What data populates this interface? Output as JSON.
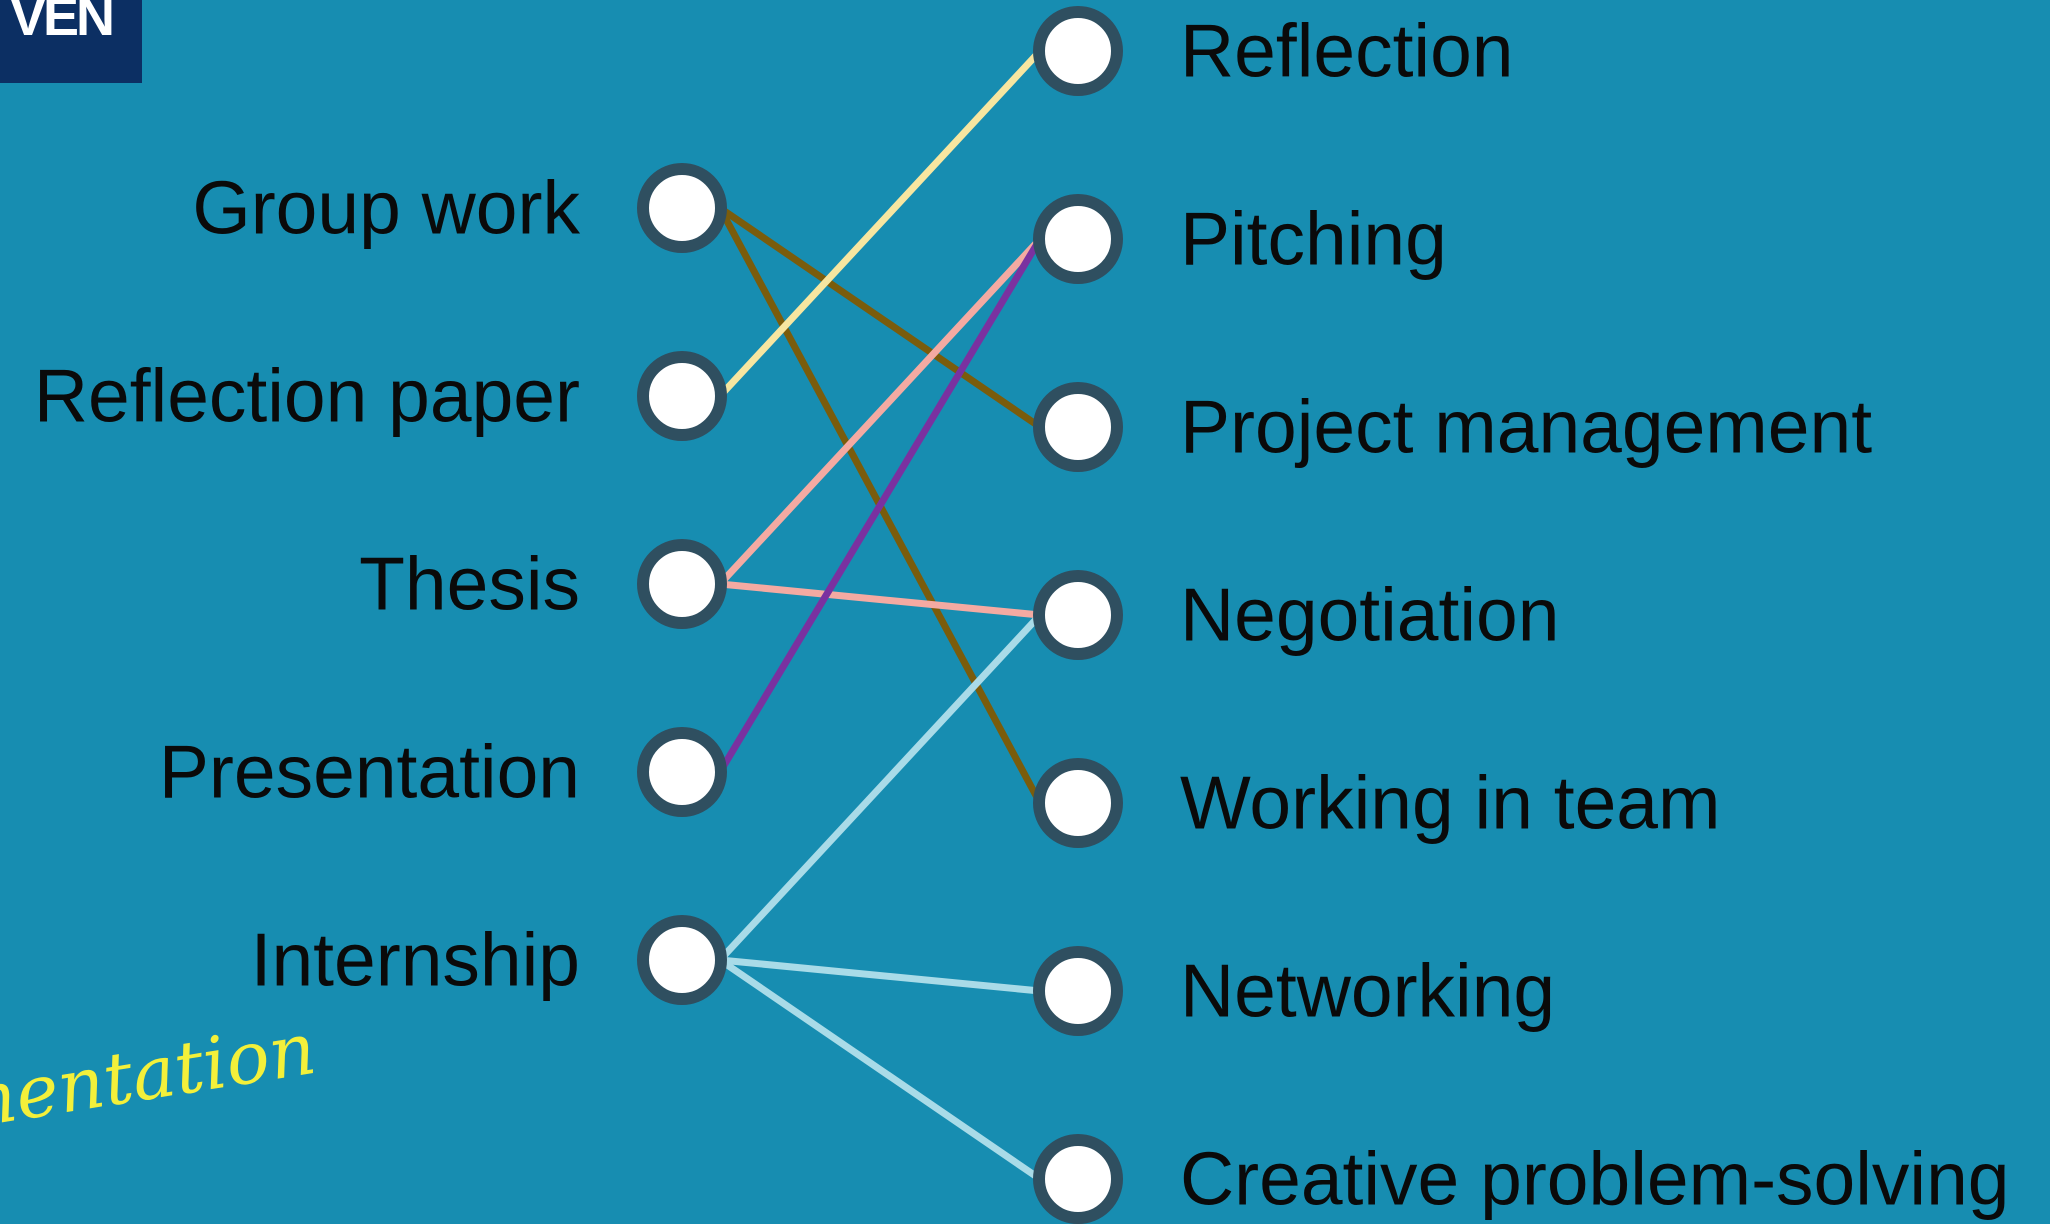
{
  "logo": {
    "text": "VEN"
  },
  "annotation": {
    "text": "nentation"
  },
  "left_items": [
    {
      "id": "group-work",
      "label": "Group work"
    },
    {
      "id": "reflection-paper",
      "label": "Reflection paper"
    },
    {
      "id": "thesis",
      "label": "Thesis"
    },
    {
      "id": "presentation",
      "label": "Presentation"
    },
    {
      "id": "internship",
      "label": "Internship"
    }
  ],
  "right_items": [
    {
      "id": "reflection",
      "label": "Reflection"
    },
    {
      "id": "pitching",
      "label": "Pitching"
    },
    {
      "id": "project-management",
      "label": "Project management"
    },
    {
      "id": "negotiation",
      "label": "Negotiation"
    },
    {
      "id": "working-in-team",
      "label": "Working in team"
    },
    {
      "id": "networking",
      "label": "Networking"
    },
    {
      "id": "creative-problem-solving",
      "label": "Creative problem-solving"
    }
  ],
  "connections": [
    {
      "from": "group-work",
      "to": "project-management",
      "color": "#7a5c0c"
    },
    {
      "from": "group-work",
      "to": "working-in-team",
      "color": "#7a5c0c"
    },
    {
      "from": "reflection-paper",
      "to": "reflection",
      "color": "#f7e6a0"
    },
    {
      "from": "thesis",
      "to": "pitching",
      "color": "#f4aaa2"
    },
    {
      "from": "thesis",
      "to": "negotiation",
      "color": "#f4aaa2"
    },
    {
      "from": "presentation",
      "to": "pitching",
      "color": "#7a31a0"
    },
    {
      "from": "internship",
      "to": "negotiation",
      "color": "#a9dbe8"
    },
    {
      "from": "internship",
      "to": "networking",
      "color": "#a9dbe8"
    },
    {
      "from": "internship",
      "to": "creative-problem-solving",
      "color": "#a9dbe8"
    }
  ],
  "colors": {
    "background": "#178db1",
    "node_fill": "#ffffff",
    "node_ring": "#2f4f60",
    "logo_background": "#0c2f63",
    "annotation": "#f3f03a"
  }
}
